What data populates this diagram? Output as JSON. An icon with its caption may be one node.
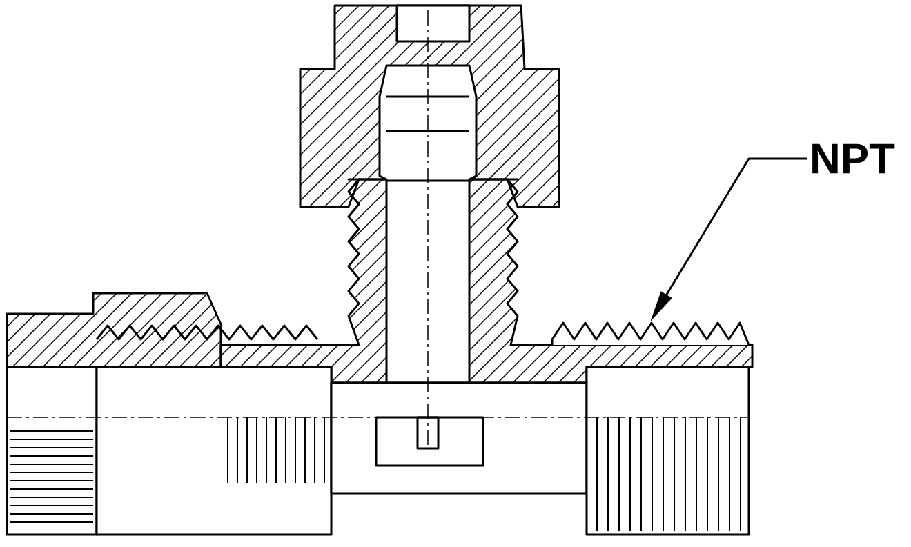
{
  "diagram": {
    "nodes": [
      {
        "text": [
          "NPT"
        ]
      },
      {
        "text": [],
        "shape": "picture"
      }
    ],
    "edges": [
      {
        "from": 0,
        "to": 1,
        "arrow": "to"
      }
    ]
  }
}
